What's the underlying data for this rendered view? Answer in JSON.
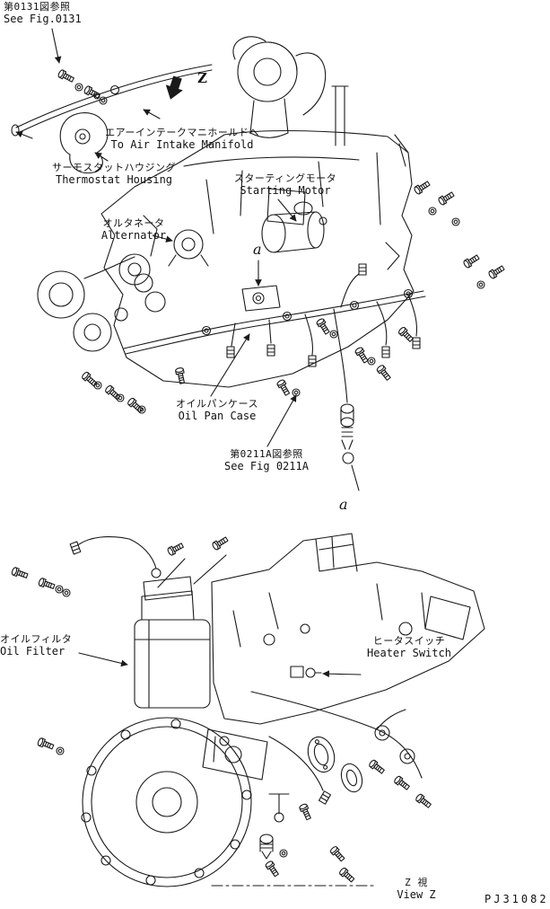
{
  "page": {
    "background": "#ffffff",
    "ink": "#1a1a1a"
  },
  "figure_refs": {
    "top": {
      "jp": "第0131図参照",
      "en": "See Fig.0131"
    },
    "mid": {
      "jp": "第0211A図参照",
      "en": "See Fig 0211A"
    }
  },
  "callouts": {
    "air_intake": {
      "jp": "エアーインテークマニホールドへ",
      "en": "To Air Intake Manifold"
    },
    "thermostat_housing": {
      "jp": "サーモスタットハウジング",
      "en": "Thermostat Housing"
    },
    "starting_motor": {
      "jp": "スターティングモータ",
      "en": "Starting Motor"
    },
    "alternator": {
      "jp": "オルタネータ",
      "en": "Alternator"
    },
    "oil_pan_case": {
      "jp": "オイルパンケース",
      "en": "Oil Pan Case"
    },
    "oil_filter": {
      "jp": "オイルフィルタ",
      "en": "Oil Filter"
    },
    "heater_switch": {
      "jp": "ヒータスイッチ",
      "en": "Heater Switch"
    }
  },
  "markers": {
    "z_top": "Z",
    "a_top": "a",
    "a_bottom": "a",
    "view_label": {
      "jp": "Z 視",
      "en": "View Z"
    }
  },
  "drawing_number": "PJ31082"
}
